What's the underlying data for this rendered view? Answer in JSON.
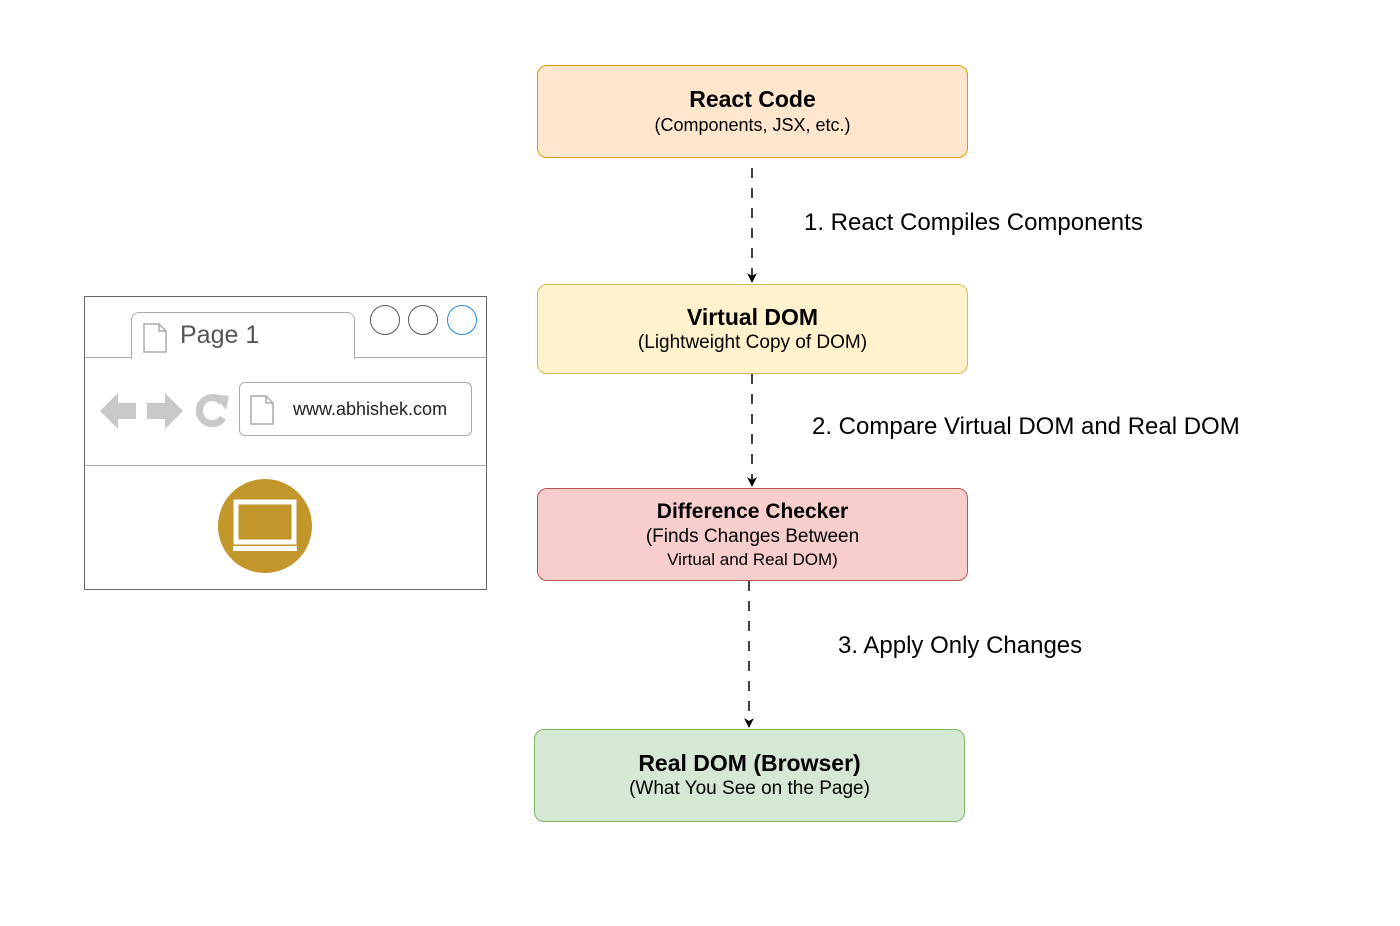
{
  "nodes": {
    "react_code": {
      "title": "React Code",
      "subtitle": "(Components, JSX, etc.)",
      "fill": "#ffe6cc",
      "stroke": "#d79b00"
    },
    "virtual_dom": {
      "title": "Virtual DOM",
      "subtitle": "(Lightweight Copy of DOM)",
      "fill": "#fff2cc",
      "stroke": "#d6b656"
    },
    "difference_checker": {
      "title": "Difference Checker",
      "subtitle_line1": "(Finds Changes Between",
      "subtitle_line2": "Virtual and Real DOM)",
      "fill": "#f8cecc",
      "stroke": "#b85450"
    },
    "real_dom": {
      "title": "Real DOM (Browser)",
      "subtitle": "(What You See on the Page)",
      "fill": "#d5e8d4",
      "stroke": "#82b366"
    }
  },
  "steps": [
    {
      "label": "1. React Compiles Components"
    },
    {
      "label": "2. Compare Virtual DOM and Real DOM"
    },
    {
      "label": "3. Apply Only Changes"
    }
  ],
  "browser": {
    "tab_label": "Page 1",
    "address": "www.abhishek.com",
    "icon_color": "#c2962a",
    "icons": [
      "page-icon",
      "back-arrow-icon",
      "forward-arrow-icon",
      "reload-icon",
      "monitor-icon"
    ]
  }
}
